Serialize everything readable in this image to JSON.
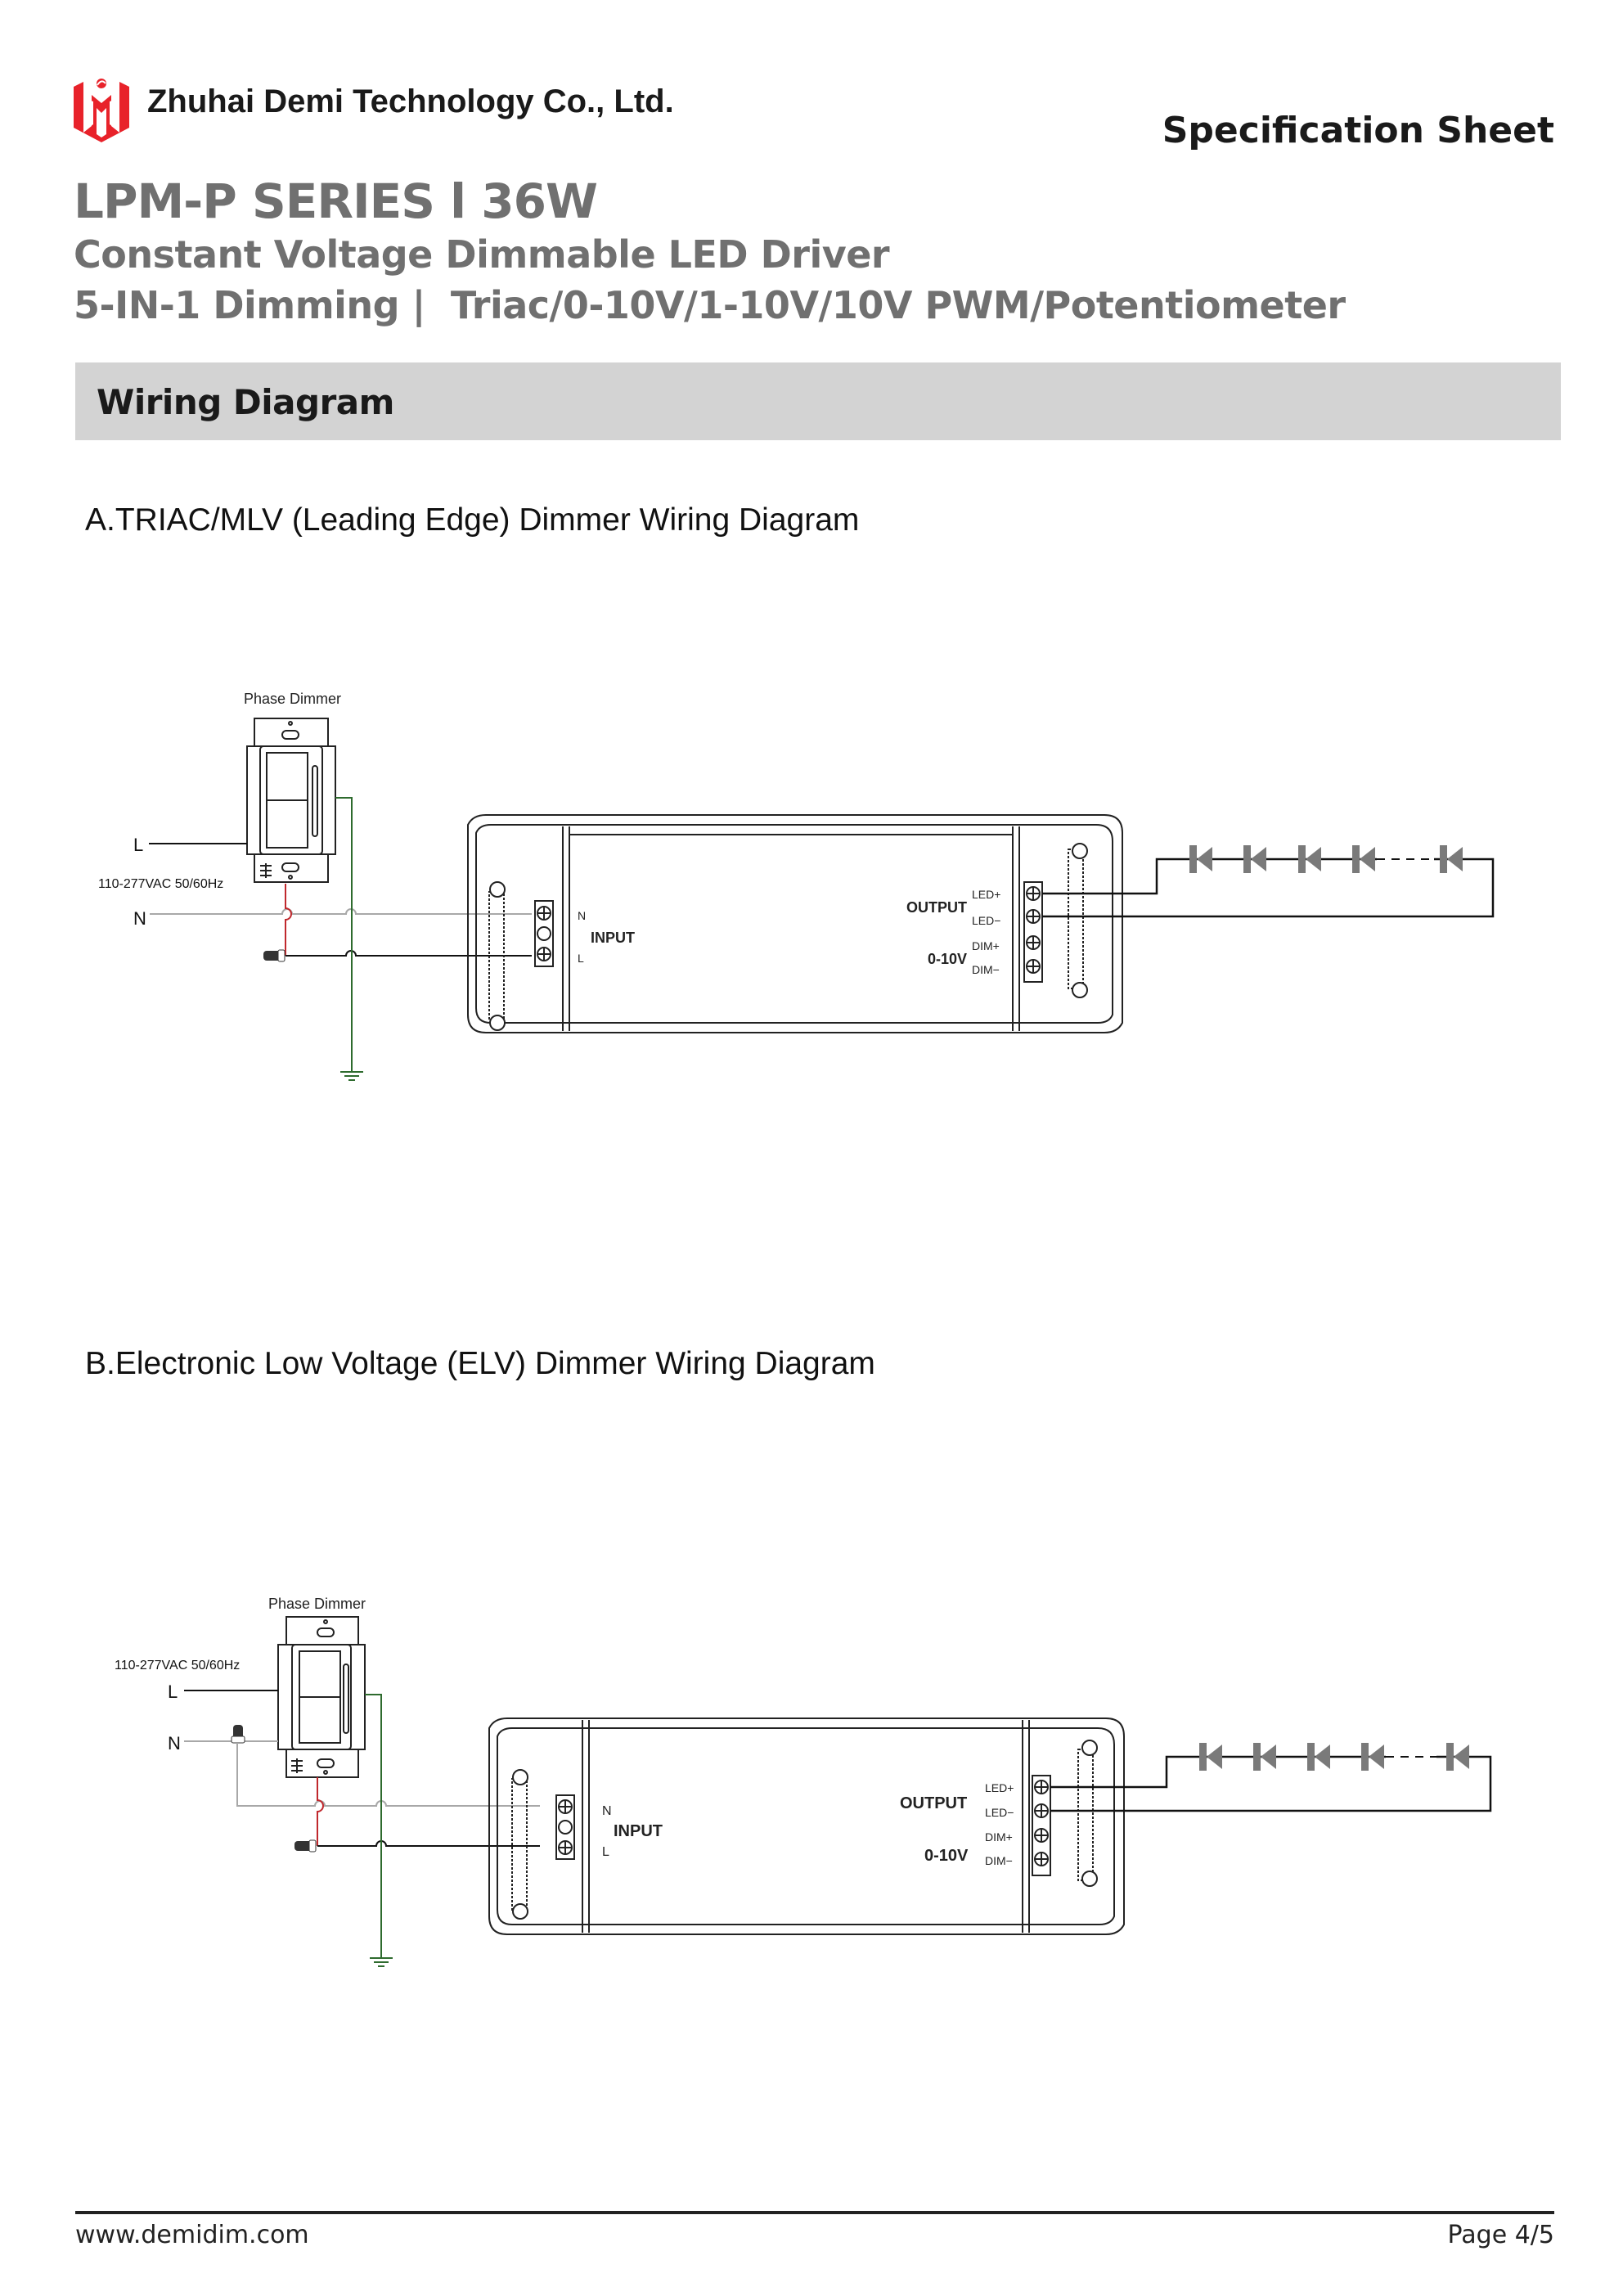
{
  "header": {
    "company_name": "Zhuhai Demi Technology Co., Ltd.",
    "doc_type": "Specification Sheet",
    "brand_color": "#e8222a"
  },
  "product": {
    "title": "LPM-P SERIES l 36W",
    "subtitle": "Constant Voltage Dimmable LED Driver",
    "dimming_line": "5-IN-1 Dimming |  Triac/0-10V/1-10V/10V PWM/Potentiometer"
  },
  "section": {
    "title": "Wiring Diagram"
  },
  "diagrams": [
    {
      "heading": "A.TRIAC/MLV (Leading Edge) Dimmer Wiring Diagram",
      "dimmer_label": "Phase Dimmer",
      "supply_label": "110-277VAC 50/60Hz",
      "line_label": "L",
      "neutral_label": "N",
      "input_label": "INPUT",
      "input_n": "N",
      "input_l": "L",
      "output_label": "OUTPUT",
      "dim_label": "0-10V",
      "led_plus": "LED+",
      "led_minus": "LED−",
      "dim_plus": "DIM+",
      "dim_minus": "DIM−"
    },
    {
      "heading": "B.Electronic Low Voltage (ELV) Dimmer Wiring Diagram",
      "dimmer_label": "Phase Dimmer",
      "supply_label": "110-277VAC 50/60Hz",
      "line_label": "L",
      "neutral_label": "N",
      "input_label": "INPUT",
      "input_n": "N",
      "input_l": "L",
      "output_label": "OUTPUT",
      "dim_label": "0-10V",
      "led_plus": "LED+",
      "led_minus": "LED−",
      "dim_plus": "DIM+",
      "dim_minus": "DIM−"
    }
  ],
  "wire_colors": {
    "line": "#111111",
    "neutral": "#a8a8a8",
    "ground": "#2e6b2e",
    "dimmed": "#c0282d",
    "led": "#7a7a7a"
  },
  "footer": {
    "website": "www.demidim.com",
    "page": "Page 4/5"
  }
}
